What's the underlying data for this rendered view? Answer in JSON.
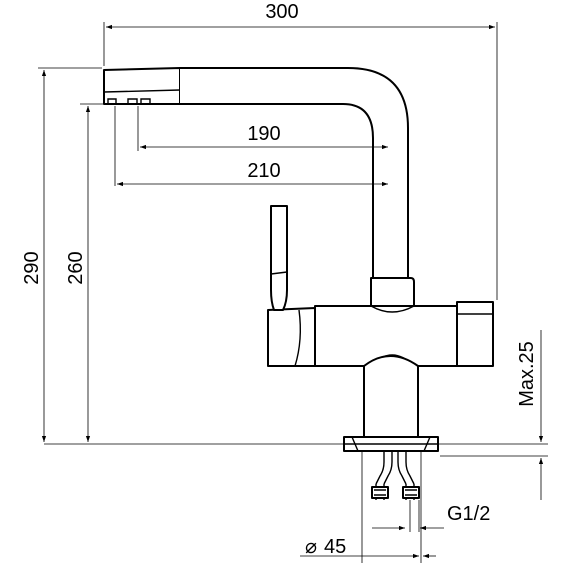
{
  "dimensions": {
    "overall_width": "300",
    "spout_190": "190",
    "spout_210": "210",
    "overall_height": "290",
    "spout_height": "260",
    "max_thickness": "Max.25",
    "hose_diameter": "45",
    "diameter_symbol": "⌀",
    "connection_thread": "G1/2"
  },
  "colors": {
    "line": "#000000",
    "background": "#ffffff"
  }
}
